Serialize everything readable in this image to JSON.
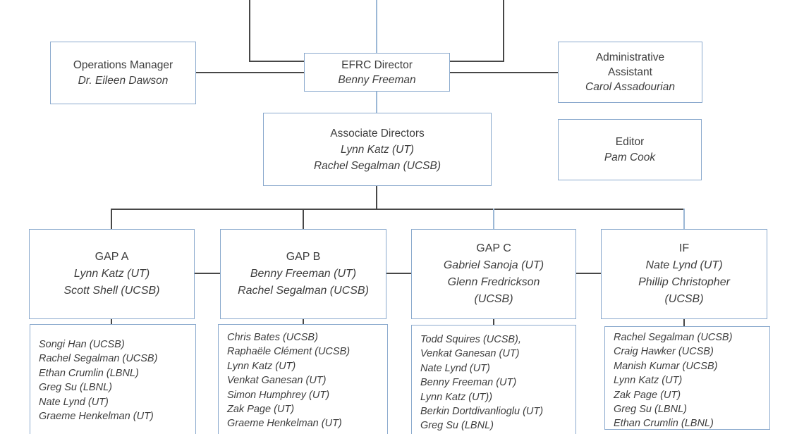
{
  "boxes": {
    "operations_manager": {
      "title": "Operations Manager",
      "name": "Dr. Eileen Dawson"
    },
    "efrc_director": {
      "title": "EFRC Director",
      "name": "Benny Freeman"
    },
    "administrative_assistant": {
      "title_line1": "Administrative",
      "title_line2": "Assistant",
      "name": "Carol Assadourian"
    },
    "editor": {
      "title": "Editor",
      "name": "Pam Cook"
    },
    "associate_directors": {
      "title": "Associate Directors",
      "names": [
        "Lynn Katz (UT)",
        "Rachel Segalman (UCSB)"
      ]
    },
    "gap_a": {
      "title": "GAP A",
      "leads": [
        "Lynn Katz (UT)",
        "Scott Shell (UCSB)"
      ]
    },
    "gap_b": {
      "title": "GAP B",
      "leads": [
        "Benny Freeman (UT)",
        "Rachel Segalman (UCSB)"
      ]
    },
    "gap_c": {
      "title": "GAP C",
      "leads": [
        "Gabriel Sanoja (UT)",
        "Glenn Fredrickson",
        "(UCSB)"
      ]
    },
    "if_group": {
      "title": "IF",
      "leads": [
        "Nate Lynd (UT)",
        "Phillip Christopher",
        "(UCSB)"
      ]
    }
  },
  "members": {
    "gap_a": [
      "Songi Han (UCSB)",
      "Rachel Segalman (UCSB)",
      "Ethan Crumlin (LBNL)",
      "Greg Su (LBNL)",
      "Nate Lynd (UT)",
      "Graeme Henkelman (UT)"
    ],
    "gap_b": [
      "Chris Bates (UCSB)",
      "Raphaële Clément (UCSB)",
      "Lynn Katz (UT)",
      "Venkat Ganesan (UT)",
      "Simon Humphrey (UT)",
      "Zak Page (UT)",
      "Graeme Henkelman (UT)"
    ],
    "gap_c": [
      "Todd Squires (UCSB),",
      "Venkat Ganesan (UT)",
      "Nate Lynd (UT)",
      "Benny Freeman (UT)",
      "Lynn Katz (UT))",
      "Berkin Dortdivanlioglu (UT)",
      "Greg Su (LBNL)"
    ],
    "if_group": [
      "Rachel Segalman (UCSB)",
      "Craig Hawker (UCSB)",
      "Manish Kumar (UCSB)",
      "Lynn Katz (UT)",
      "Zak Page (UT)",
      "Greg Su (LBNL)",
      "Ethan Crumlin (LBNL)"
    ]
  },
  "colors": {
    "box_border": "#8aa9cd",
    "connector_dark": "#474747",
    "connector_blue": "#9cb8d6",
    "text": "#3d3d3d"
  }
}
